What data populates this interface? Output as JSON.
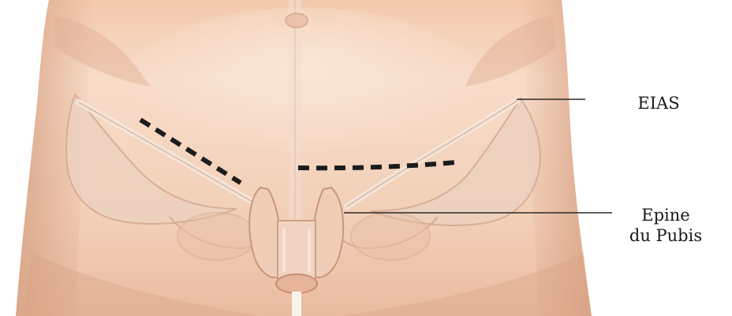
{
  "figure": {
    "labels": {
      "eias": "EIAS",
      "epine_line1": "Epine",
      "epine_line2": "du Pubis"
    },
    "colors": {
      "background": "#ffffff",
      "skin_light": "#f6d9c4",
      "skin_mid": "#ecc2a7",
      "skin_shadow": "#d7a084",
      "bone": "#ead3c0",
      "incision_dash": "#1c1c1c",
      "leader_line": "#2a2a2a"
    }
  }
}
